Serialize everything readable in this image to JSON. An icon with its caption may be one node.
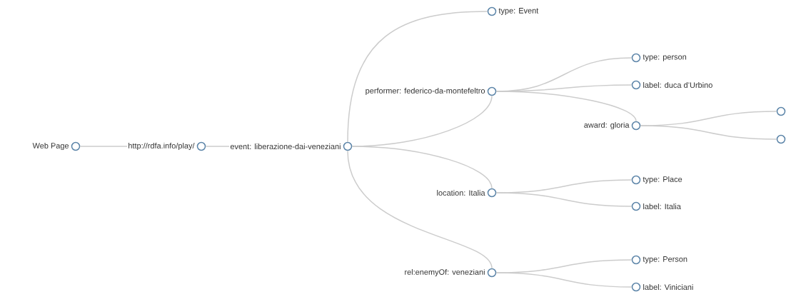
{
  "diagram": {
    "nodes": [
      {
        "text": [
          "Web Page"
        ]
      },
      {
        "text": [
          "http://rdfa.info/play/"
        ]
      },
      {
        "text": [
          "event: liberazione-dai-veneziani"
        ]
      },
      {
        "text": [
          "type: Event"
        ]
      },
      {
        "text": [
          "performer: federico-da-montefeltro"
        ]
      },
      {
        "text": [
          "type: person"
        ]
      },
      {
        "text": [
          "label: duca d’Urbino"
        ]
      },
      {
        "text": [
          "award: gloria"
        ]
      },
      {
        "text": [],
        "shape": "circle"
      },
      {
        "text": [],
        "shape": "circle"
      },
      {
        "text": [
          "location: Italia"
        ]
      },
      {
        "text": [
          "type: Place"
        ]
      },
      {
        "text": [
          "label: Italia"
        ]
      },
      {
        "text": [
          "rel:enemyOf: veneziani"
        ]
      },
      {
        "text": [
          "type: Person"
        ]
      },
      {
        "text": [
          "label: Viniciani"
        ]
      }
    ],
    "edges": [
      {
        "from": 0,
        "to": 1,
        "arrow": "none"
      },
      {
        "from": 1,
        "to": 2,
        "arrow": "none"
      },
      {
        "from": 2,
        "to": 3,
        "arrow": "none"
      },
      {
        "from": 2,
        "to": 4,
        "arrow": "none"
      },
      {
        "from": 2,
        "to": 10,
        "arrow": "none"
      },
      {
        "from": 2,
        "to": 13,
        "arrow": "none"
      },
      {
        "from": 4,
        "to": 5,
        "arrow": "none"
      },
      {
        "from": 4,
        "to": 6,
        "arrow": "none"
      },
      {
        "from": 4,
        "to": 7,
        "arrow": "none"
      },
      {
        "from": 7,
        "to": 8,
        "arrow": "none"
      },
      {
        "from": 7,
        "to": 9,
        "arrow": "none"
      },
      {
        "from": 10,
        "to": 11,
        "arrow": "none"
      },
      {
        "from": 10,
        "to": 12,
        "arrow": "none"
      },
      {
        "from": 13,
        "to": 14,
        "arrow": "none"
      },
      {
        "from": 13,
        "to": 15,
        "arrow": "none"
      }
    ]
  }
}
